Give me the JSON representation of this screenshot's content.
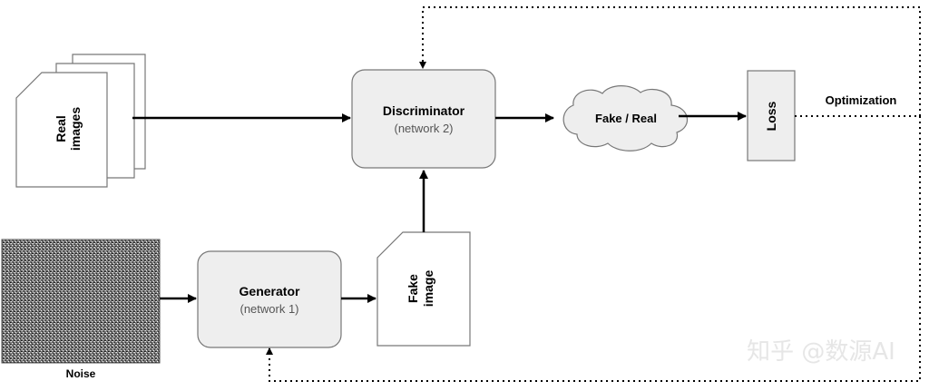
{
  "nodes": {
    "real_images": {
      "label_line1": "Real",
      "label_line2": "images"
    },
    "discriminator": {
      "title": "Discriminator",
      "subtitle": "(network 2)"
    },
    "fake_real": {
      "label": "Fake / Real"
    },
    "loss": {
      "label": "Loss"
    },
    "optimization": {
      "label": "Optimization"
    },
    "noise": {
      "label": "Noise"
    },
    "generator": {
      "title": "Generator",
      "subtitle": "(network 1)"
    },
    "fake_image": {
      "label_line1": "Fake",
      "label_line2": "image"
    }
  },
  "watermark": {
    "text": "知乎 @数源AI"
  },
  "colors": {
    "box_fill": "#eeeeee",
    "box_stroke": "#777777",
    "arrow": "#000000",
    "dotted": "#000000"
  }
}
